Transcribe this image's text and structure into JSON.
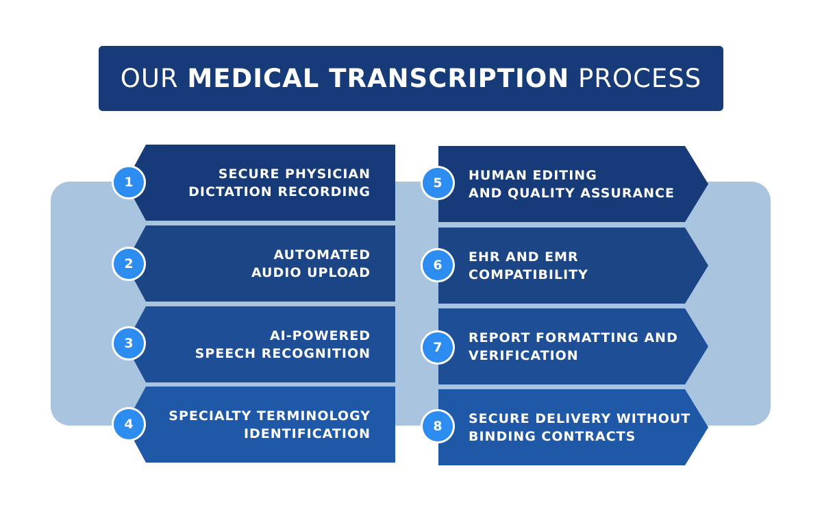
{
  "title": {
    "prefix": "OUR",
    "emphasis": "MEDICAL TRANSCRIPTION",
    "suffix": "PROCESS"
  },
  "steps_left": [
    {
      "number": "1",
      "text": "SECURE PHYSICIAN\nDICTATION RECORDING",
      "color": "#173a78"
    },
    {
      "number": "2",
      "text": "AUTOMATED\nAUDIO UPLOAD",
      "color": "#1c4585"
    },
    {
      "number": "3",
      "text": "AI-POWERED\nSPEECH RECOGNITION",
      "color": "#1d4e96"
    },
    {
      "number": "4",
      "text": "SPECIALTY TERMINOLOGY\nIDENTIFICATION",
      "color": "#1f58a6"
    }
  ],
  "steps_right": [
    {
      "number": "5",
      "text": "HUMAN EDITING\nAND QUALITY ASSURANCE",
      "color": "#173a78"
    },
    {
      "number": "6",
      "text": "EHR AND EMR\nCOMPATIBILITY",
      "color": "#1c4585"
    },
    {
      "number": "7",
      "text": "REPORT FORMATTING AND\nVERIFICATION",
      "color": "#1d4e96"
    },
    {
      "number": "8",
      "text": "SECURE DELIVERY WITHOUT\nBINDING CONTRACTS",
      "color": "#1f58a6"
    }
  ],
  "colors": {
    "banner": "#173a78",
    "backdrop": "#a9c4df",
    "badge": "#2c8cf0"
  }
}
